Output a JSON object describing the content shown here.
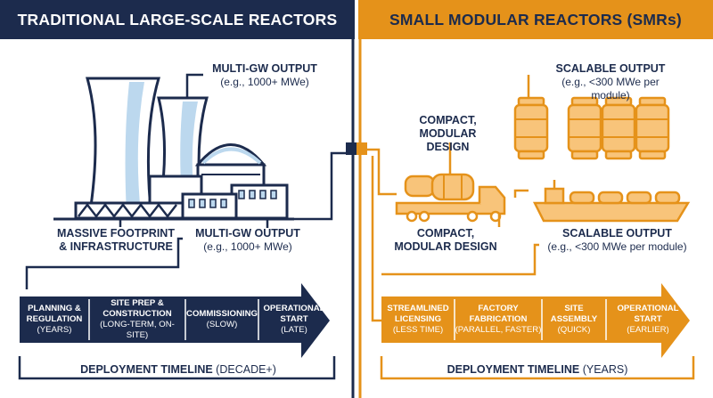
{
  "left": {
    "header": "TRADITIONAL LARGE-SCALE REACTORS",
    "output_top": {
      "title": "MULTI-GW OUTPUT",
      "detail": "(e.g., 1000+ MWe)"
    },
    "footprint": {
      "line1": "MASSIVE FOOTPRINT",
      "line2": "& INFRASTRUCTURE"
    },
    "output_mid": {
      "title": "MULTI-GW OUTPUT",
      "detail": "(e.g., 1000+ MWe)"
    },
    "steps": [
      {
        "title1": "PLANNING &",
        "title2": "REGULATION",
        "detail1": "(YEARS)",
        "detail2": ""
      },
      {
        "title1": "SITE PREP &",
        "title2": "CONSTRUCTION",
        "detail1": "(LONG-TERM, ON-SITE)",
        "detail2": ""
      },
      {
        "title1": "COMMISSIONING",
        "title2": "",
        "detail1": "(SLOW)",
        "detail2": ""
      },
      {
        "title1": "OPERATIONAL",
        "title2": "START",
        "detail1": "(LATE)",
        "detail2": ""
      }
    ],
    "timeline": {
      "bold": "DEPLOYMENT TIMELINE",
      "rest": " (DECADE+)"
    }
  },
  "right": {
    "header": "SMALL MODULAR REACTORS (SMRs)",
    "scalable_top": {
      "title": "SCALABLE OUTPUT",
      "detail": "(e.g., <300 MWe per module)"
    },
    "compact_top": {
      "line1": "COMPACT,",
      "line2": "MODULAR DESIGN"
    },
    "compact_bottom": {
      "line1": "COMPACT,",
      "line2": "MODULAR DESIGN"
    },
    "scalable_bottom": {
      "title": "SCALABLE OUTPUT",
      "detail": "(e.g., <300 MWe per module)"
    },
    "steps": [
      {
        "title1": "STREAMLINED",
        "title2": "LICENSING",
        "detail1": "(LESS TIME)"
      },
      {
        "title1": "FACTORY",
        "title2": "FABRICATION",
        "detail1": "(PARALLEL, FASTER)"
      },
      {
        "title1": "SITE",
        "title2": "ASSEMBLY",
        "detail1": "(QUICK)"
      },
      {
        "title1": "OPERATIONAL",
        "title2": "START",
        "detail1": "(EARLIER)"
      }
    ],
    "timeline": {
      "bold": "DEPLOYMENT TIMELINE",
      "rest": " (YEARS)"
    }
  },
  "colors": {
    "navy": "#1c2b4d",
    "orange": "#e5921a",
    "light_blue": "#bcd8ee",
    "light_orange": "#f8c47a"
  }
}
